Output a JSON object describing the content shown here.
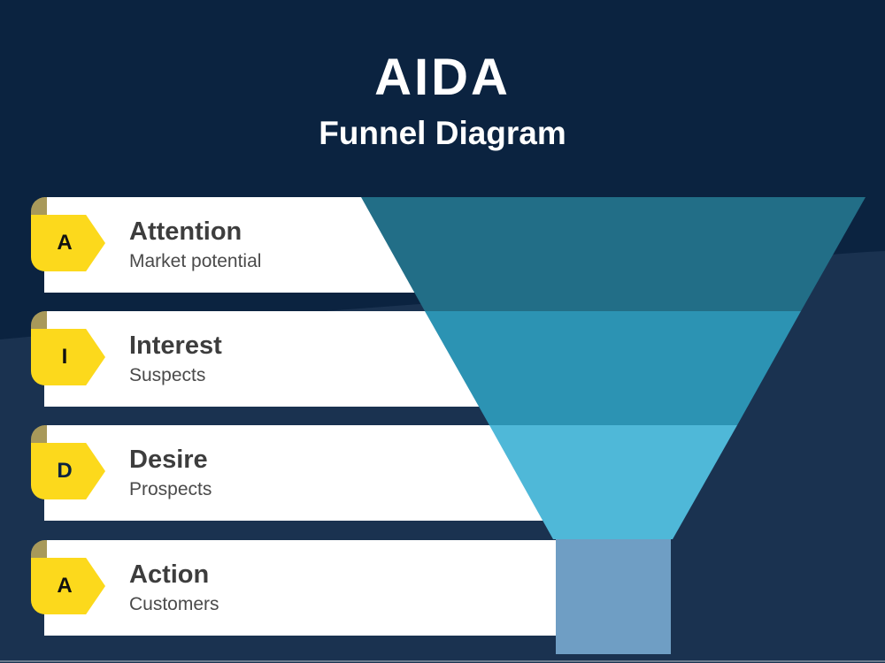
{
  "header": {
    "title": "AIDA",
    "subtitle": "Funnel Diagram"
  },
  "stages": [
    {
      "letter": "A",
      "title": "Attention",
      "subtitle": "Market potential",
      "letter_color": "#111111",
      "band_color": "#226e87"
    },
    {
      "letter": "I",
      "title": "Interest",
      "subtitle": "Suspects",
      "letter_color": "#111111",
      "band_color": "#2c93b3"
    },
    {
      "letter": "D",
      "title": "Desire",
      "subtitle": "Prospects",
      "letter_color": "#0b2340",
      "band_color": "#4fb8d8"
    },
    {
      "letter": "A",
      "title": "Action",
      "subtitle": "Customers",
      "letter_color": "#111111",
      "band_color": "#6f9ec4"
    }
  ],
  "colors": {
    "background_dark": "#0b2340",
    "background_wave": "#1a3250",
    "tab_yellow": "#fcd91c",
    "tab_curl": "#a8995a",
    "card_bg": "#ffffff",
    "title_text": "#3d3d3d",
    "subtitle_text": "#4a4a4a"
  }
}
